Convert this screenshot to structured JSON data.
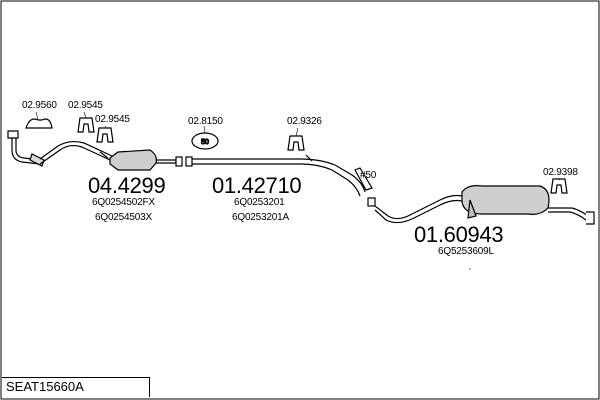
{
  "title": "SEAT15660A",
  "hardware_codes": {
    "h1": "02.9560",
    "h2": "02.9545",
    "h3": "02.9545",
    "h4": "02.8150",
    "h5": "02.9326",
    "h6": "02.9398"
  },
  "clamp_label": "#50",
  "sections": [
    {
      "number": "04.4299",
      "oe_numbers": [
        "6Q0254502FX",
        "6Q0254503X"
      ]
    },
    {
      "number": "01.42710",
      "oe_numbers": [
        "6Q0253201",
        "6Q0253201A"
      ]
    },
    {
      "number": "01.60943",
      "oe_numbers": [
        "6Q5253609L"
      ]
    }
  ]
}
